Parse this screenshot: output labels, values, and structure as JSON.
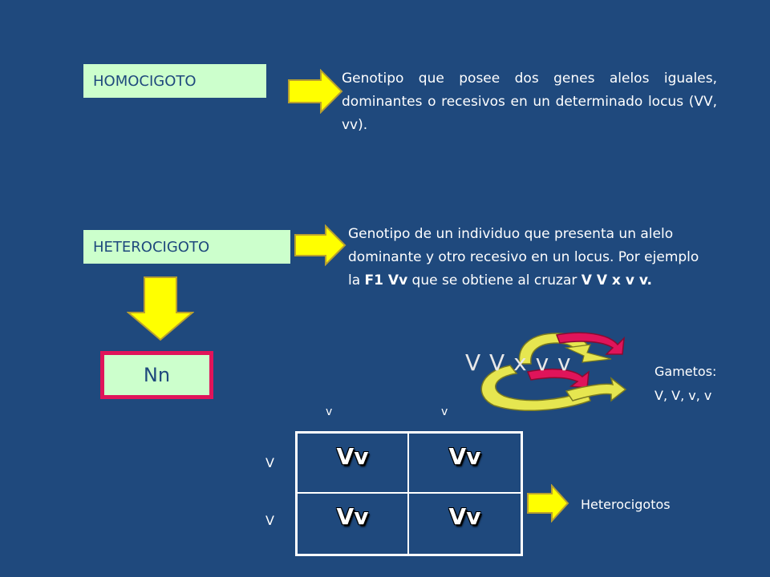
{
  "homocigoto": {
    "label": "HOMOCIGOTO",
    "definition": "Genotipo que posee dos genes alelos iguales, dominantes o recesivos en un determinado locus (VV, vv)."
  },
  "heterocigoto": {
    "label": "HETEROCIGOTO",
    "definition_part1": "Genotipo de un individuo que presenta un alelo dominante y otro recesivo en un locus. Por ejemplo la ",
    "definition_bold1": "F1 Vv",
    "definition_part2": " que se obtiene al cruzar ",
    "definition_bold2": "V V x v v."
  },
  "example": {
    "genotype": "Nn"
  },
  "cross": {
    "text": "V V x v v",
    "gametes_title": "Gametos:",
    "gametes_list": "V, V, v, v"
  },
  "punnett": {
    "col_headers": [
      "v",
      "v"
    ],
    "row_headers": [
      "V",
      "V"
    ],
    "cells": [
      "Vv",
      "Vv",
      "Vv",
      "Vv"
    ],
    "result_label": "Heterocigotos"
  },
  "colors": {
    "background": "#1f497d",
    "label_box": "#ccffcc",
    "arrow": "#ffff00",
    "accent": "#e0145a"
  },
  "icons": [
    "right-arrow-icon",
    "down-arrow-icon",
    "curved-arrows-icon"
  ]
}
